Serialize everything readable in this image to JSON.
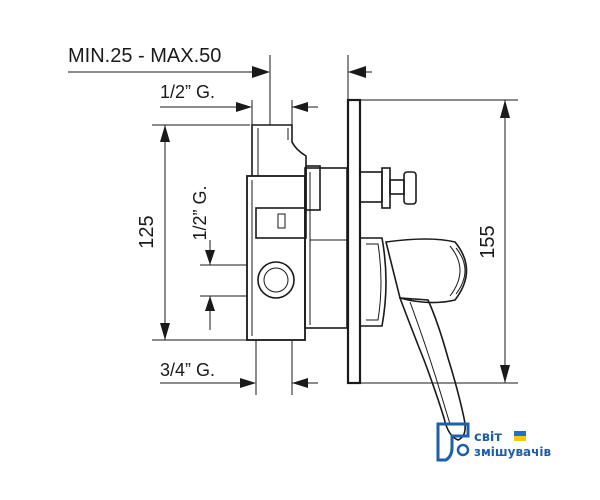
{
  "dimensions": {
    "wall_depth": "MIN.25 - MAX.50",
    "top_connection": "1/2” G.",
    "side_connection": "1/2” G.",
    "bottom_connection": "3/4” G.",
    "body_height": "125",
    "plate_height": "155"
  },
  "watermark": {
    "line1": "світ",
    "line2": "змішувачів",
    "colors": {
      "text": "#1d5fa8",
      "flag_blue": "#1d6fd1",
      "flag_yellow": "#f6c90e"
    }
  }
}
